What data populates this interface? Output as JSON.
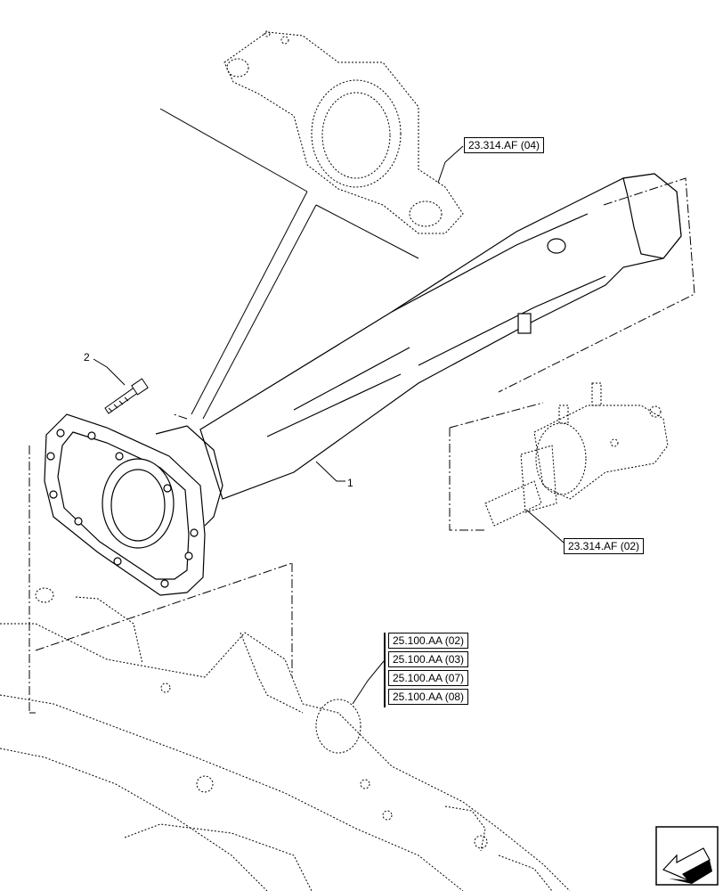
{
  "callouts": {
    "item_1": "1",
    "item_2": "2"
  },
  "references": {
    "top_right": "23.314.AF (04)",
    "middle_right": "23.314.AF (02)",
    "group": [
      "25.100.AA (02)",
      "25.100.AA (03)",
      "25.100.AA (07)",
      "25.100.AA (08)"
    ]
  },
  "icons": {
    "corner": "direction-arrow-icon"
  }
}
